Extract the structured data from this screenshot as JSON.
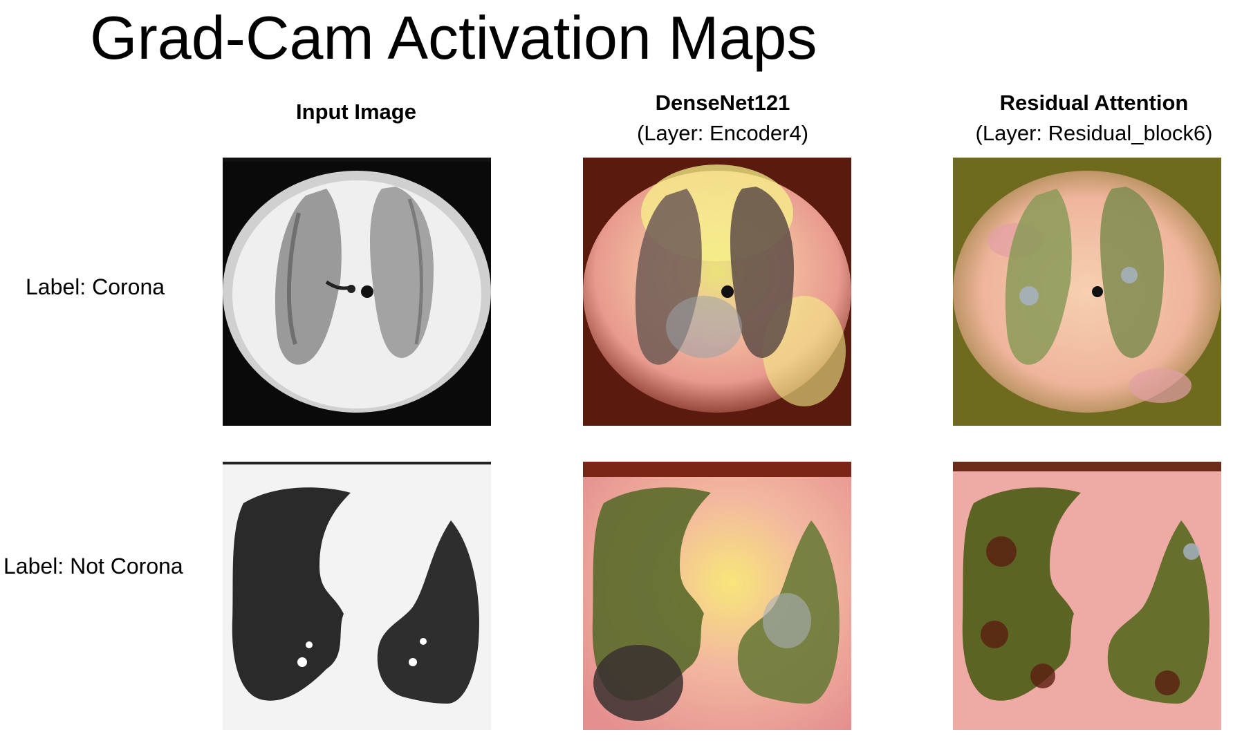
{
  "title": "Grad-Cam Activation Maps",
  "columns": [
    {
      "heading": "Input Image",
      "subheading": ""
    },
    {
      "heading": "DenseNet121",
      "subheading": "(Layer: Encoder4)"
    },
    {
      "heading": "Residual Attention",
      "subheading": "(Layer: Residual_block6)"
    }
  ],
  "rows": [
    {
      "label": "Label: Corona"
    },
    {
      "label": "Label: Not Corona"
    }
  ]
}
